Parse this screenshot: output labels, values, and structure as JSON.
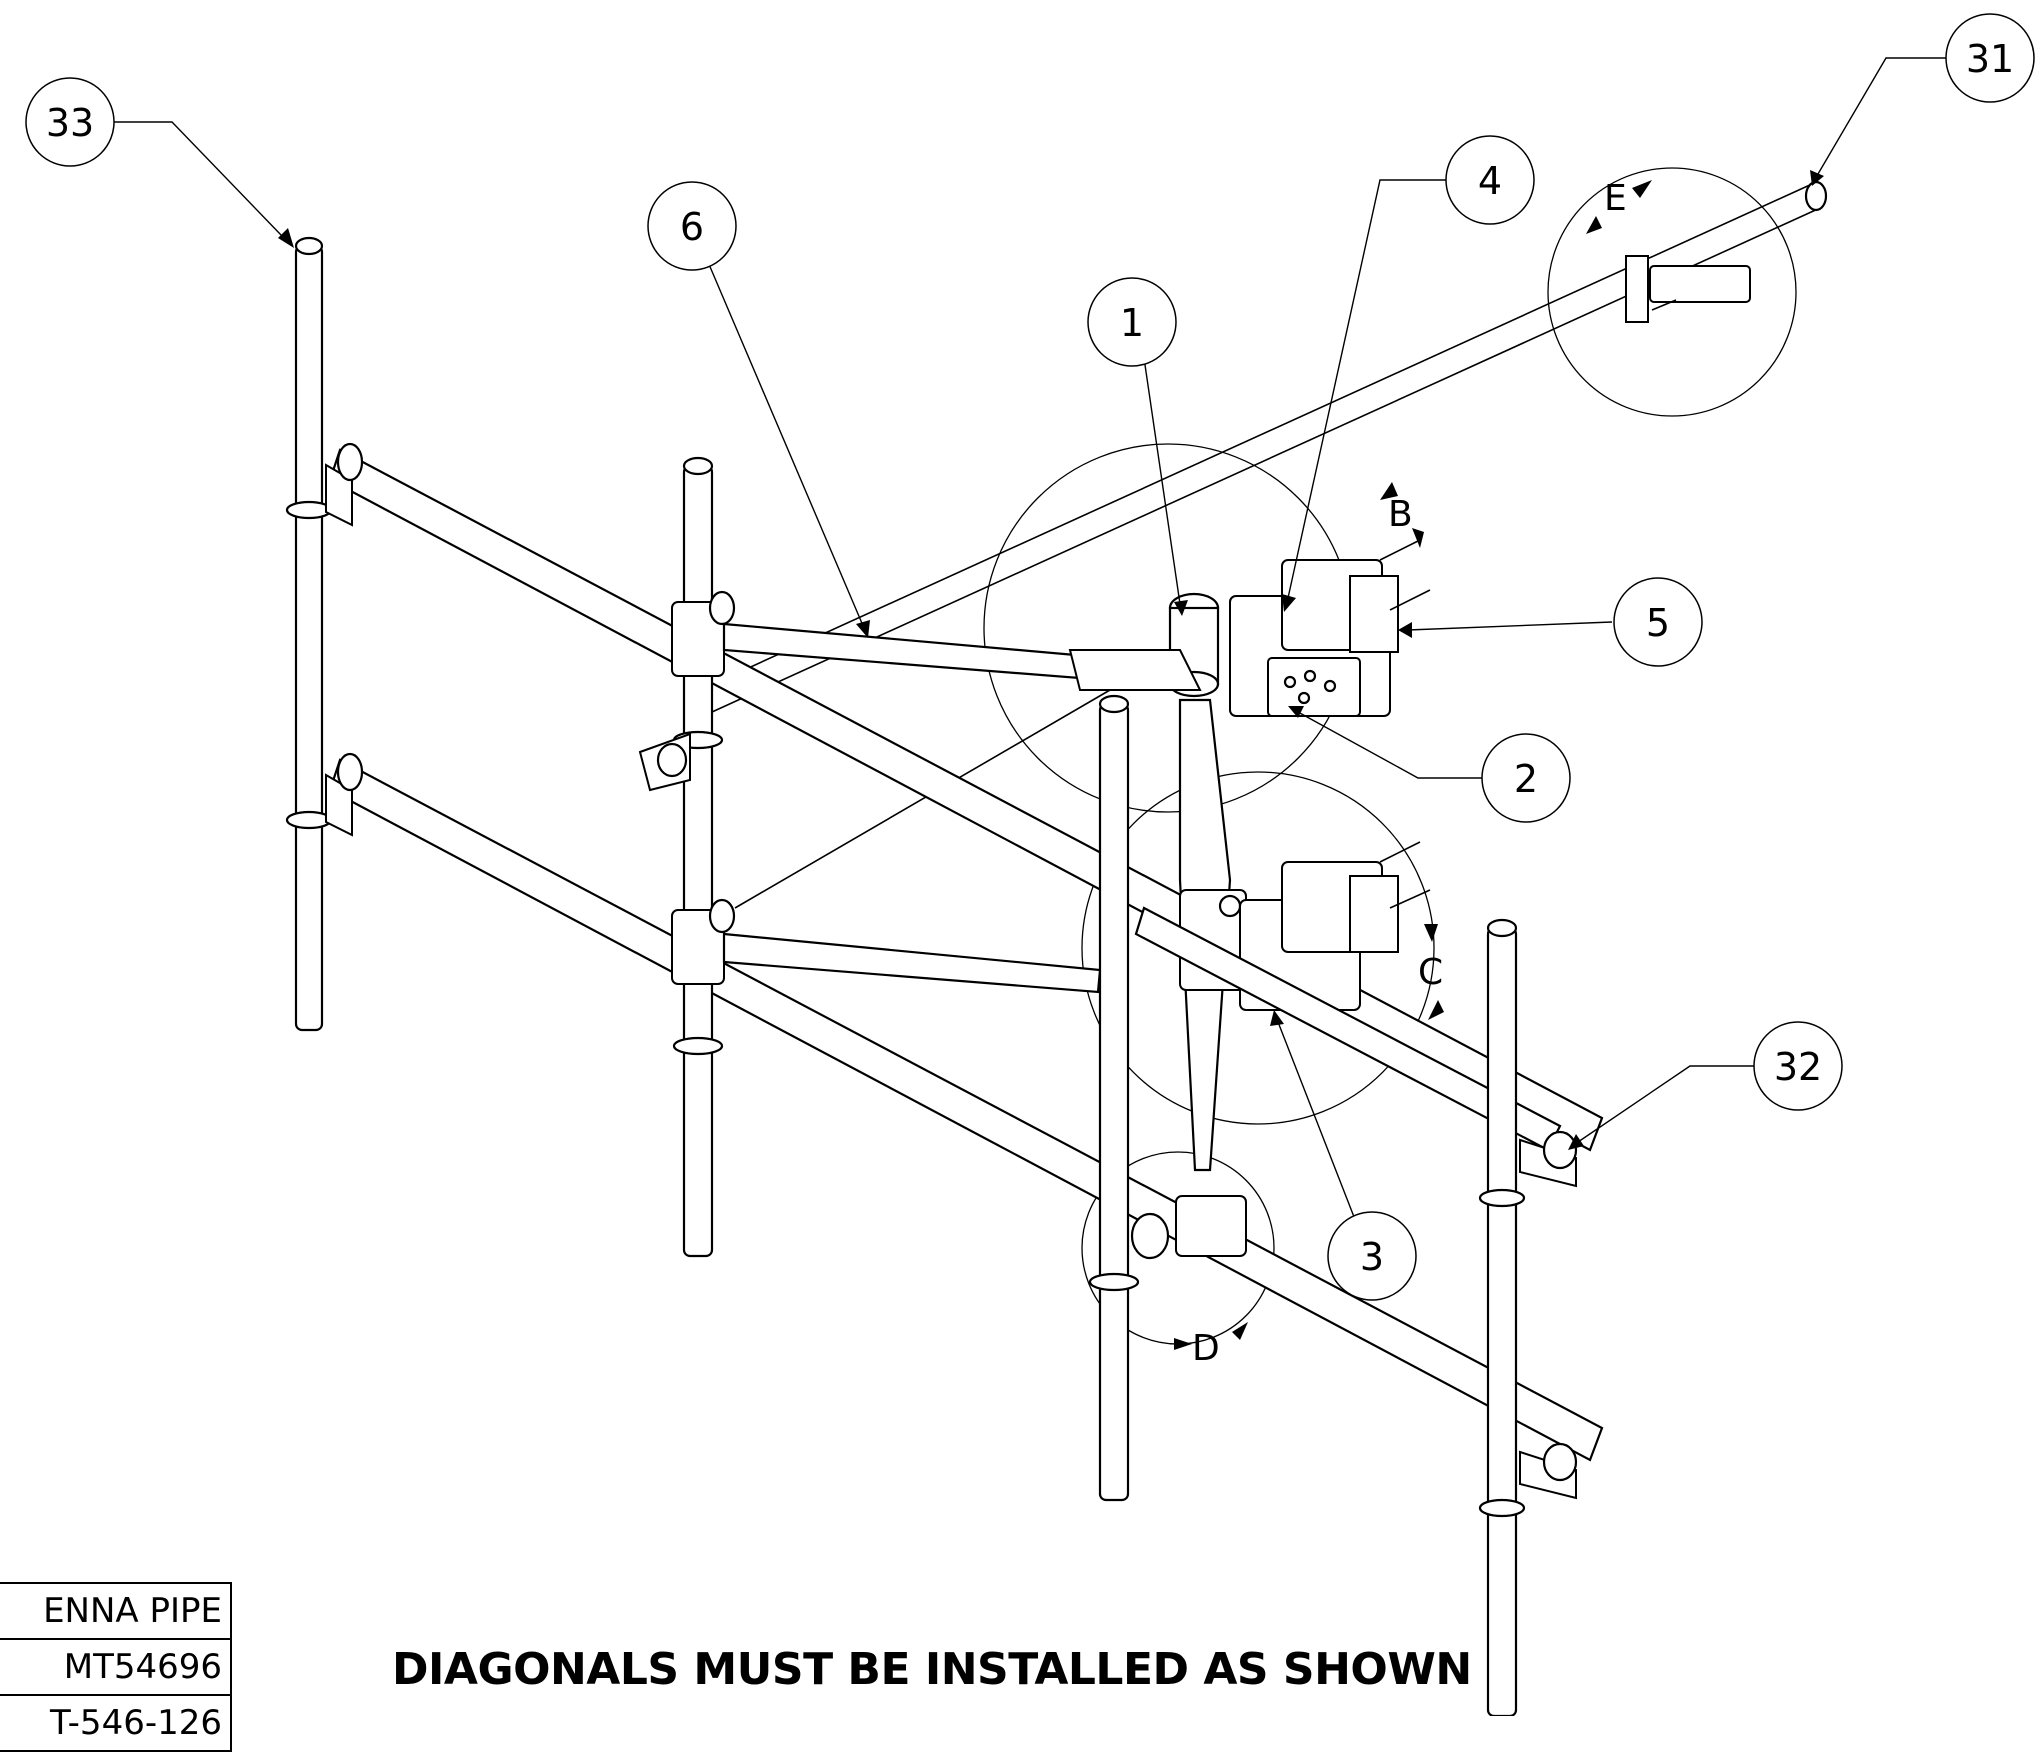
{
  "balloons": [
    {
      "id": "b33",
      "label": "33"
    },
    {
      "id": "b31",
      "label": "31"
    },
    {
      "id": "b6",
      "label": "6"
    },
    {
      "id": "b4",
      "label": "4"
    },
    {
      "id": "b1",
      "label": "1"
    },
    {
      "id": "b5",
      "label": "5"
    },
    {
      "id": "b2",
      "label": "2"
    },
    {
      "id": "b32",
      "label": "32"
    },
    {
      "id": "b3",
      "label": "3"
    }
  ],
  "detail_letters": {
    "b": "B",
    "c": "C",
    "d": "D",
    "e": "E"
  },
  "note": "DIAGONALS MUST BE INSTALLED AS SHOWN",
  "table_rows": [
    "ENNA PIPE",
    "MT54696",
    "T-546-126"
  ]
}
